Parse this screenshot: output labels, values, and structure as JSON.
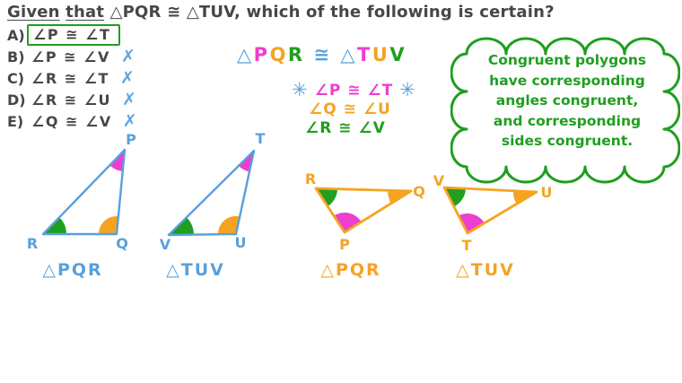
{
  "palette": {
    "ink": "#474747",
    "blue": "#58a0dc",
    "light_blue": "#5fa5e0",
    "magenta": "#ee3ecf",
    "orange": "#f5a321",
    "green": "#1f9e1f",
    "background": "#ffffff"
  },
  "title": {
    "given": "Given",
    "that": "that",
    "rest": " △PQR ≅ △TUV, which of the following is certain?"
  },
  "options": [
    {
      "label": "A)",
      "statement": "∠P ≅ ∠T",
      "mark": "",
      "boxed": true
    },
    {
      "label": "B)",
      "statement": "∠P ≅ ∠V",
      "mark": "✗",
      "boxed": false
    },
    {
      "label": "C)",
      "statement": "∠R ≅ ∠T",
      "mark": "✗",
      "boxed": false
    },
    {
      "label": "D)",
      "statement": "∠R ≅ ∠U",
      "mark": "✗",
      "boxed": false
    },
    {
      "label": "E)",
      "statement": "∠Q ≅ ∠V",
      "mark": "✗",
      "boxed": false
    }
  ],
  "middle": {
    "headline_segments": [
      {
        "t": "△",
        "c": "blue"
      },
      {
        "t": "P",
        "c": "magenta"
      },
      {
        "t": "Q",
        "c": "orange"
      },
      {
        "t": "R",
        "c": "green"
      },
      {
        "t": " ≅ ",
        "c": "blue"
      },
      {
        "t": "△",
        "c": "blue"
      },
      {
        "t": "T",
        "c": "magenta"
      },
      {
        "t": "U",
        "c": "orange"
      },
      {
        "t": "V",
        "c": "green"
      }
    ],
    "asterisk": "✳",
    "angle_pairs": [
      {
        "text": "∠P ≅ ∠T",
        "color": "magenta",
        "starred": true
      },
      {
        "text": "∠Q ≅ ∠U",
        "color": "orange",
        "starred": false
      },
      {
        "text": "∠R ≅ ∠V",
        "color": "green",
        "starred": false
      }
    ]
  },
  "note_cloud": {
    "lines": [
      "Congruent polygons",
      "have corresponding",
      "angles congruent,",
      "and corresponding",
      "sides congruent."
    ]
  },
  "diagram": {
    "triangles": [
      {
        "caption": "△PQR",
        "color": "blue",
        "vertices": {
          "apex": "P",
          "left": "R",
          "right": "Q"
        },
        "angle_colors": {
          "P": "magenta",
          "R": "green",
          "Q": "orange"
        }
      },
      {
        "caption": "△TUV",
        "color": "blue",
        "vertices": {
          "apex": "T",
          "left": "V",
          "right": "U"
        },
        "angle_colors": {
          "T": "magenta",
          "V": "green",
          "U": "orange"
        }
      },
      {
        "caption": "△PQR",
        "color": "orange",
        "vertices": {
          "top_left": "R",
          "top_right": "Q",
          "bottom": "P"
        },
        "angle_colors": {
          "R": "green",
          "Q": "orange",
          "P": "magenta"
        }
      },
      {
        "caption": "△TUV",
        "color": "orange",
        "vertices": {
          "top_left": "V",
          "top_right": "U",
          "bottom": "T"
        },
        "angle_colors": {
          "V": "green",
          "U": "orange",
          "T": "magenta"
        }
      }
    ]
  }
}
